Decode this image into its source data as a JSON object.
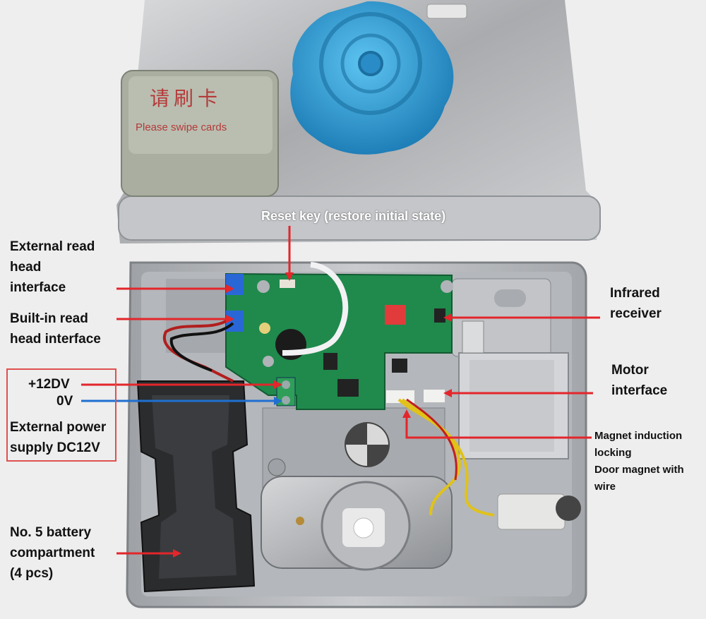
{
  "device": {
    "swipe_label": "请刷卡",
    "swipe_label_en": "Please swipe cards"
  },
  "labels": {
    "external_read_head": [
      "External read",
      "head",
      "interface"
    ],
    "builtin_read_head": [
      "Built-in read",
      "head interface"
    ],
    "plus_12v": "+12DV",
    "zero_v": "0V",
    "external_power": [
      "External power",
      "supply DC12V"
    ],
    "battery": [
      "No. 5 battery",
      "compartment",
      "(4 pcs)"
    ],
    "reset_key": "Reset key (restore initial state)",
    "infrared": [
      "Infrared",
      "receiver"
    ],
    "motor": [
      "Motor",
      "interface"
    ],
    "magnet": [
      "Magnet induction",
      "locking",
      "Door magnet with",
      "wire"
    ]
  },
  "colors": {
    "arrow_red": "#e3262b",
    "arrow_blue": "#1f6fd1",
    "box_border": "#e05050",
    "pcb_green": "#1f8a4c",
    "steel": "#b9bcc0",
    "knob_blue": "#2f9fd8"
  }
}
